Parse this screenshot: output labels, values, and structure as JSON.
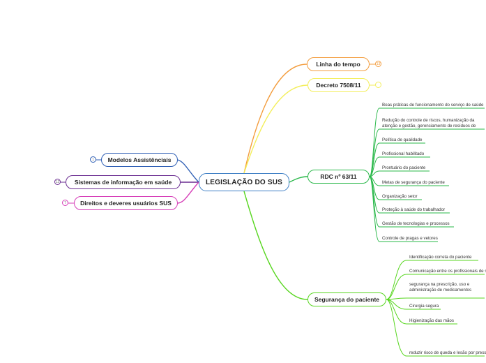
{
  "central": {
    "label": "LEGISLAÇÃO DO  SUS",
    "color": "#3b7dc4"
  },
  "left_topics": [
    {
      "label": "Modelos Assistênciais",
      "color": "#2f5fb5",
      "badge": "1"
    },
    {
      "label": "Sistemas de informação em saúde",
      "color": "#6a2c91",
      "badge": "12"
    },
    {
      "label": "Direitos e deveres usuários SUS",
      "color": "#d63fb8",
      "badge": "7"
    }
  ],
  "right_topics": [
    {
      "label": "Linha do tempo",
      "color": "#f39c3c",
      "badge": "13"
    },
    {
      "label": "Decreto 7508/11",
      "color": "#f3ee5a",
      "badge": ""
    },
    {
      "label": "RDC nº 63/11",
      "color": "#2ab84a",
      "children": [
        "Boas práticas de funcionamento do serviço de saúde",
        "Redução do controle de riscos, humanização da atenção e gestão, gerenciamento de resíduos de serviço de saúde",
        "Política de qualidade",
        "Profissional habilitado",
        "Prontuário do paciente",
        "Metas de segurança do paciente",
        "Organização setor",
        "Proteção à saúde do trabalhador",
        "Gestão de tecnologias e processos",
        "Controle de pragas e vetores"
      ]
    },
    {
      "label": "Segurança do paciente",
      "color": "#57d61f",
      "children": [
        "Identificação correta do paciente",
        "Comunicação entre os profissionais de saúde",
        "segurança na prescrição, uso e administração de medicamentos",
        "Cirurgia segura",
        "Higienização das mãos",
        "reduzir risco de queda e lesão por pressão"
      ]
    }
  ]
}
